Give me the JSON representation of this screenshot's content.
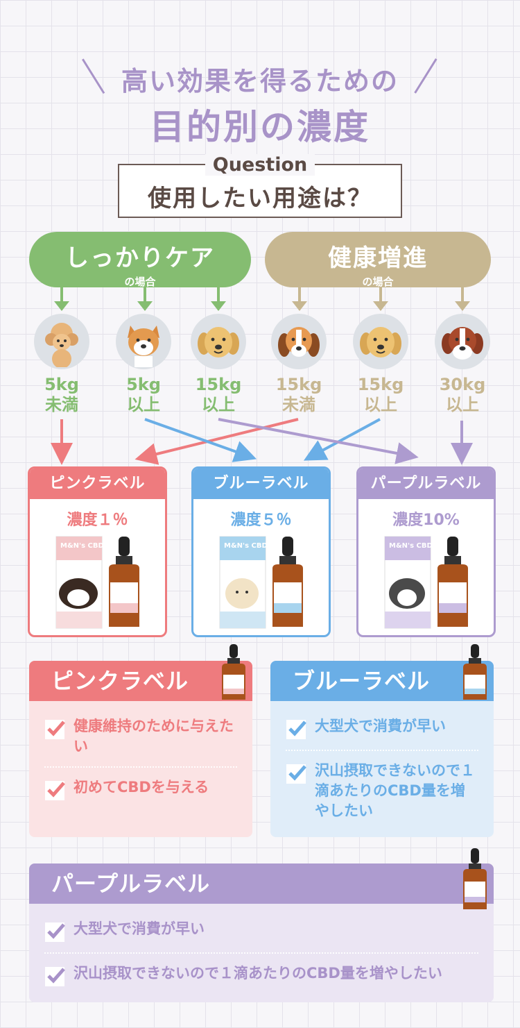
{
  "header": {
    "line1": "高い効果を得るための",
    "line2": "目的別の濃度"
  },
  "question": {
    "label": "Question",
    "text": "使用したい用途は？"
  },
  "categories": [
    {
      "title": "しっかりケア",
      "sub": "の場合",
      "color": "#85bd71"
    },
    {
      "title": "健康増進",
      "sub": "の場合",
      "color": "#c7b791"
    }
  ],
  "dogs": [
    {
      "icon": "poodle-icon",
      "weight": "5kg",
      "condition": "未満"
    },
    {
      "icon": "shiba-icon",
      "weight": "5kg",
      "condition": "以上"
    },
    {
      "icon": "golden-retriever-icon",
      "weight": "15kg",
      "condition": "以上"
    },
    {
      "icon": "beagle-icon",
      "weight": "15kg",
      "condition": "未満"
    },
    {
      "icon": "golden-retriever-icon",
      "weight": "15kg",
      "condition": "以上"
    },
    {
      "icon": "saint-bernard-icon",
      "weight": "30kg",
      "condition": "以上"
    }
  ],
  "labels": [
    {
      "name": "ピンクラベル",
      "concentration": "濃度１％",
      "color": "#ee7b7e",
      "brand": "M&N's CBD"
    },
    {
      "name": "ブルーラベル",
      "concentration": "濃度５％",
      "color": "#6aaee6",
      "brand": "M&N's CBD"
    },
    {
      "name": "パープルラベル",
      "concentration": "濃度10%",
      "color": "#ad9bcf",
      "brand": "M&N's CBD"
    }
  ],
  "panels": {
    "pink": {
      "title": "ピンクラベル",
      "items": [
        "健康維持のために与えたい",
        "初めてCBDを与える"
      ]
    },
    "blue": {
      "title": "ブルーラベル",
      "items": [
        "大型犬で消費が早い",
        "沢山摂取できないので１滴あたりのCBD量を増やしたい"
      ]
    },
    "purple": {
      "title": "パープルラベル",
      "items": [
        "大型犬で消費が早い",
        "沢山摂取できないので１滴あたりのCBD量を増やしたい"
      ]
    }
  }
}
